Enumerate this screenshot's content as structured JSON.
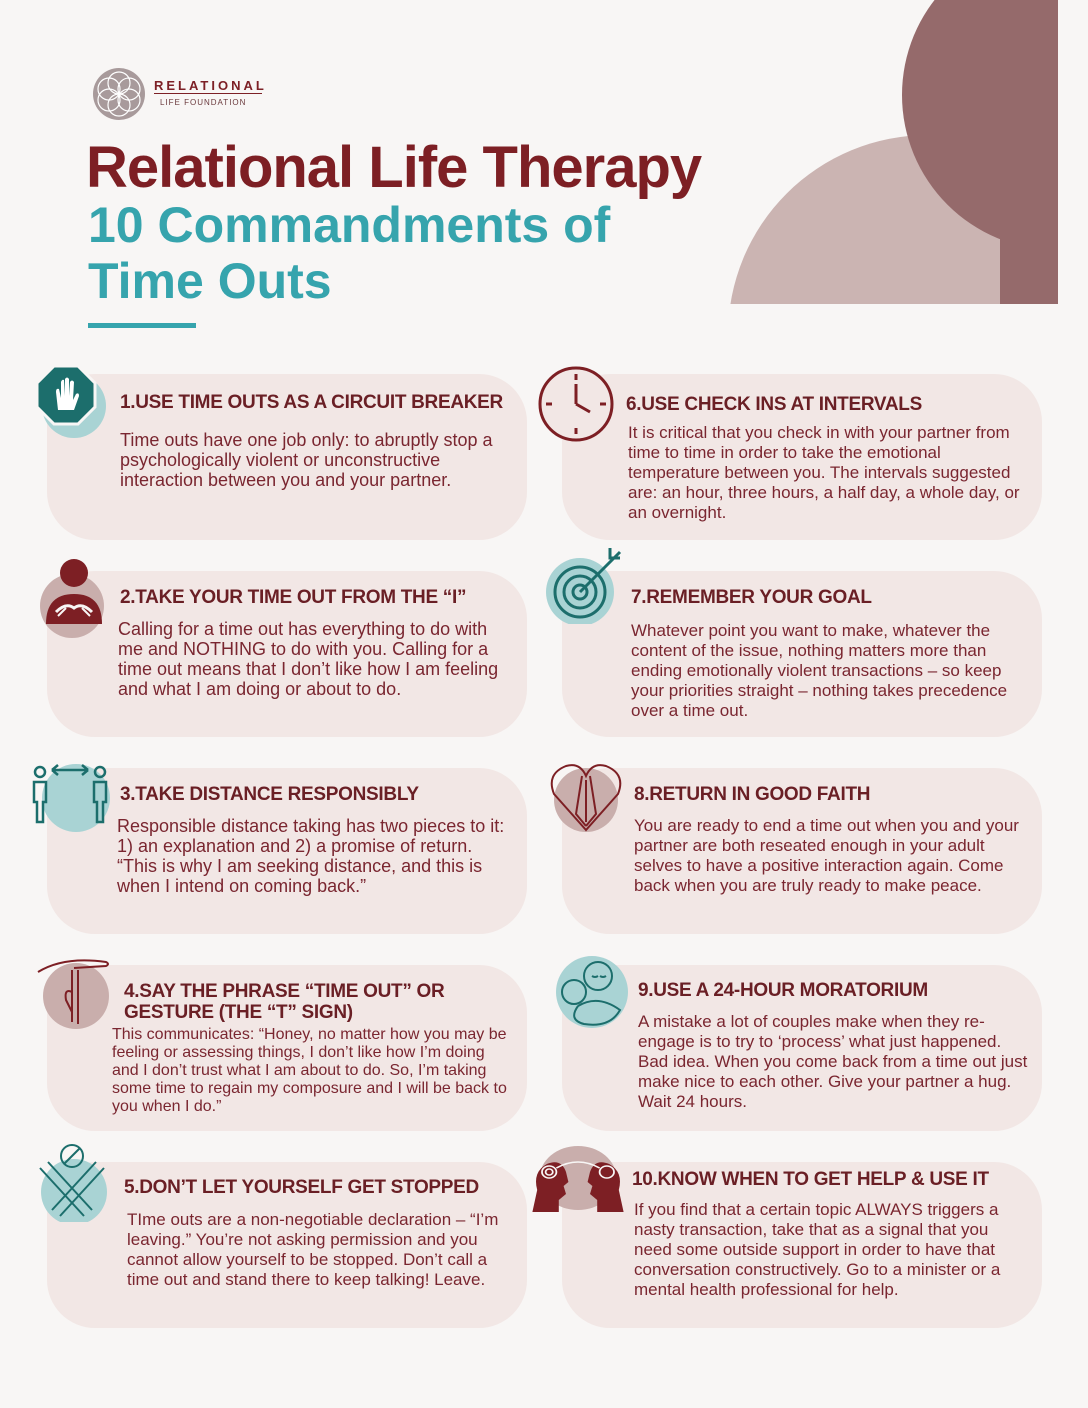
{
  "logo": {
    "name": "RELATIONAL",
    "sub": "LIFE FOUNDATION"
  },
  "title": {
    "line1": "Relational Life Therapy",
    "line2": "10 Commandments of Time Outs"
  },
  "colors": {
    "maroon": "#7d1f24",
    "teal": "#36a4ad",
    "card": "#f2e7e5",
    "mauve": "#956a6b"
  },
  "items": [
    {
      "title": "1.USE TIME OUTS AS A CIRCUIT BREAKER",
      "icon": "stop-hand-icon",
      "body": "Time outs have one job only: to abruptly stop a psychologically violent or unconstructive interaction between you and your partner."
    },
    {
      "title": "2.TAKE YOUR TIME OUT FROM THE “I”",
      "icon": "self-hug-icon",
      "body": "Calling for a time out has everything to do with me and NOTHING to do with you. Calling for a time out means that I don’t like how I am feeling and what I am doing or about to do."
    },
    {
      "title": "3.TAKE DISTANCE RESPONSIBLY",
      "icon": "distance-people-icon",
      "body": "Responsible distance taking has two pieces to it: 1) an explanation and 2) a promise of return. “This is why I am seeking distance, and this is when I intend on coming back.”"
    },
    {
      "title": "4.SAY THE PHRASE “TIME OUT” OR GESTURE (THE “T” SIGN)",
      "icon": "t-sign-hands-icon",
      "body": "This communicates: “Honey, no matter how you may be feeling or assessing things, I don’t like how I’m doing and I don’t trust what I am about to do. So, I’m taking some time to regain my composure and I will be back to you when I do.”"
    },
    {
      "title": "5.DON’T LET YOURSELF GET STOPPED",
      "icon": "crossed-hands-icon",
      "body": "TIme outs are a non-negotiable declaration – “I’m leaving.” You’re not asking permission and you cannot allow yourself to be stopped. Don’t call a time out and stand there to keep talking! Leave."
    },
    {
      "title": "6.USE CHECK INS AT INTERVALS",
      "icon": "clock-icon",
      "body": "It is critical that you check in with your partner from time to time in order to take the emotional temperature between you. The intervals suggested are: an hour, three hours, a half day, a whole day, or an overnight."
    },
    {
      "title": "7.REMEMBER YOUR GOAL",
      "icon": "target-icon",
      "body": "Whatever point you want to make, whatever the content of the issue, nothing matters more than ending emotionally violent transactions – so keep your priorities straight – nothing takes precedence over a time out."
    },
    {
      "title": "8.RETURN IN GOOD FAITH",
      "icon": "heart-praying-hands-icon",
      "body": "You are ready to end a time out when you and your partner are both reseated enough in your adult selves to have a positive interaction again. Come back when you are truly ready to make peace."
    },
    {
      "title": "9.USE A 24-HOUR MORATORIUM",
      "icon": "hug-icon",
      "body": "A mistake a lot of couples make when they re-engage is to try to ‘process’ what just happened. Bad idea. When you come back from a time out just make nice to each other. Give your partner a hug. Wait 24 hours."
    },
    {
      "title": "10.KNOW WHEN TO GET HELP & USE IT",
      "icon": "two-heads-icon",
      "body": "If you find that a certain topic ALWAYS triggers a nasty transaction, take that as a signal that you need some outside support in order to have that conversation constructively. Go to a minister or a mental health professional for help."
    }
  ]
}
